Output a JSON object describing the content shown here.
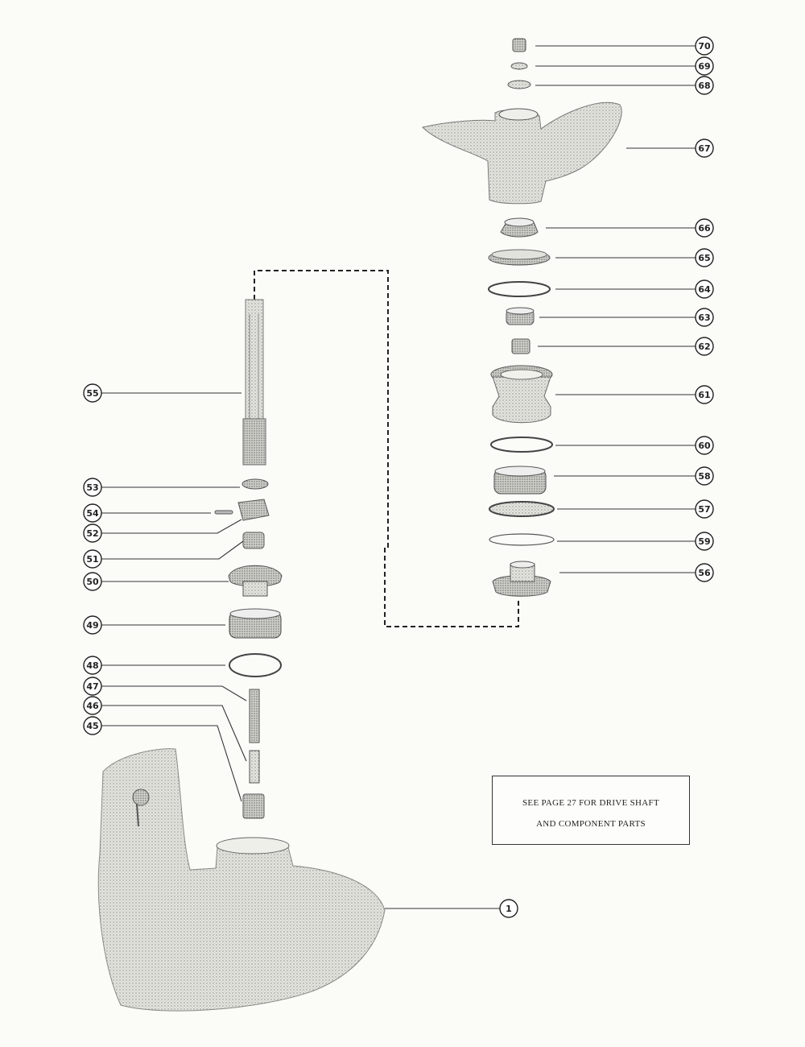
{
  "callouts": [
    {
      "id": "c70",
      "label": "70"
    },
    {
      "id": "c69",
      "label": "69"
    },
    {
      "id": "c68",
      "label": "68"
    },
    {
      "id": "c67",
      "label": "67"
    },
    {
      "id": "c66",
      "label": "66"
    },
    {
      "id": "c65",
      "label": "65"
    },
    {
      "id": "c64",
      "label": "64"
    },
    {
      "id": "c63",
      "label": "63"
    },
    {
      "id": "c62",
      "label": "62"
    },
    {
      "id": "c61",
      "label": "61"
    },
    {
      "id": "c60",
      "label": "60"
    },
    {
      "id": "c58",
      "label": "58"
    },
    {
      "id": "c57",
      "label": "57"
    },
    {
      "id": "c59",
      "label": "59"
    },
    {
      "id": "c56",
      "label": "56"
    },
    {
      "id": "c55",
      "label": "55"
    },
    {
      "id": "c53",
      "label": "53"
    },
    {
      "id": "c54",
      "label": "54"
    },
    {
      "id": "c52",
      "label": "52"
    },
    {
      "id": "c51",
      "label": "51"
    },
    {
      "id": "c50",
      "label": "50"
    },
    {
      "id": "c49",
      "label": "49"
    },
    {
      "id": "c48",
      "label": "48"
    },
    {
      "id": "c47",
      "label": "47"
    },
    {
      "id": "c46",
      "label": "46"
    },
    {
      "id": "c45",
      "label": "45"
    },
    {
      "id": "c1",
      "label": "1"
    }
  ],
  "note": {
    "line1": "SEE PAGE 27 FOR DRIVE SHAFT",
    "line2": "AND COMPONENT PARTS"
  }
}
